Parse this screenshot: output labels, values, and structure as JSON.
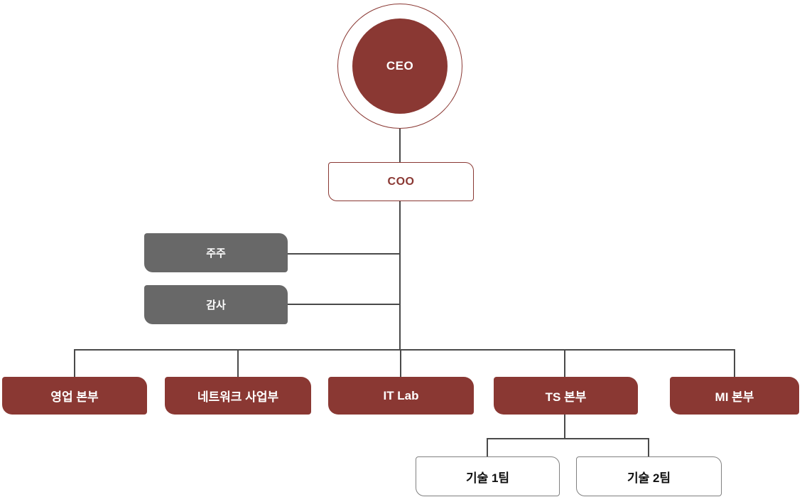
{
  "diagram": {
    "type": "org-chart",
    "root": {
      "label": "CEO"
    },
    "coo": {
      "label": "COO"
    },
    "staff_nodes": [
      {
        "label": "주주"
      },
      {
        "label": "감사"
      }
    ],
    "departments": [
      {
        "label": "영업 본부"
      },
      {
        "label": "네트워크 사업부"
      },
      {
        "label": "IT Lab"
      },
      {
        "label": "TS 본부"
      },
      {
        "label": "MI 본부"
      }
    ],
    "teams_parent": "TS 본부",
    "teams": [
      {
        "label": "기술 1팀"
      },
      {
        "label": "기술 2팀"
      }
    ],
    "colors": {
      "accent_red": "#8a3833",
      "staff_gray": "#686868",
      "connector_line": "#4a4a4a",
      "team_border_gray": "#808080",
      "node_text_light": "#ffffff",
      "team_text_dark": "#111111",
      "background": "#ffffff"
    }
  }
}
